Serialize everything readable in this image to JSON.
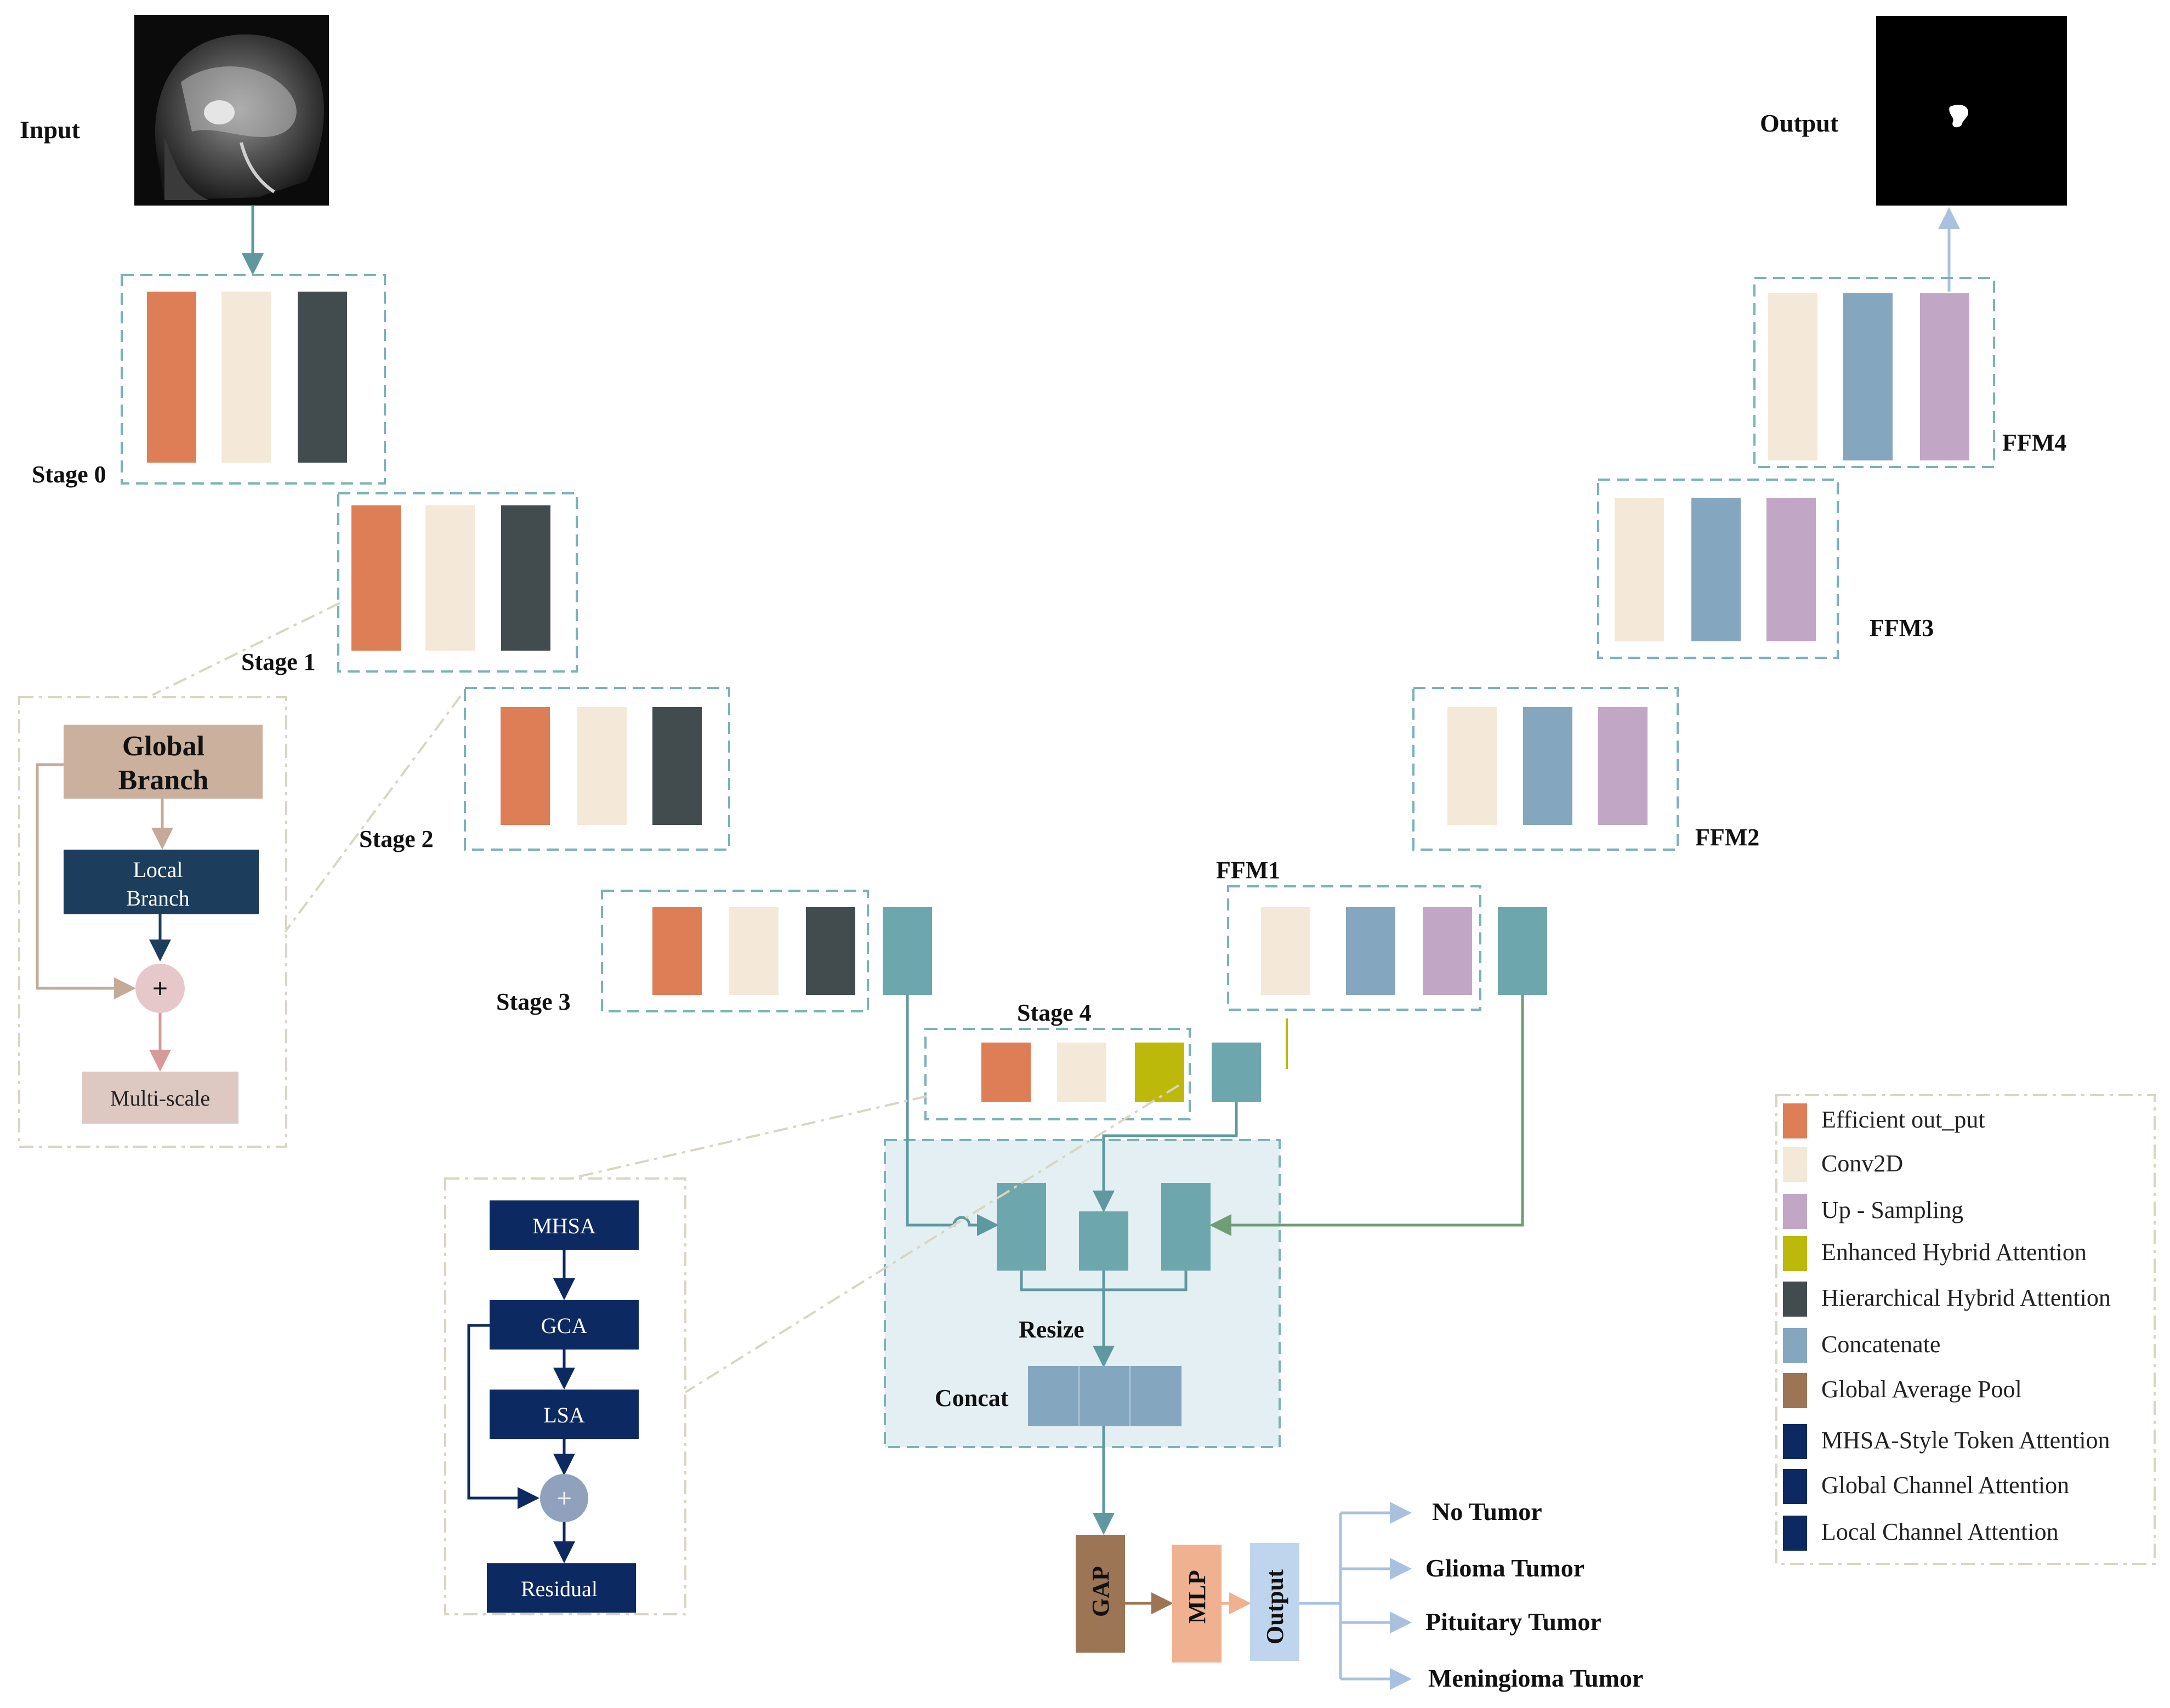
{
  "colors": {
    "efficient": "#dd7e56",
    "conv": "#f4e9d8",
    "up": "#c2a6c6",
    "enhanced": "#bcb90b",
    "hierarchical": "#424c4e",
    "concat": "#85a6bf",
    "gap": "#9c7555",
    "token": "#0c2a61",
    "teal": "#6ea6ad",
    "tealLine": "#5e999f",
    "greenLine": "#6f9d74",
    "dash": "#7ab3b5",
    "panelFill": "#e3eff2",
    "globalBranch": "#cbb19d",
    "localBranch": "#1c3d5c",
    "multiscale": "#ddc8c2",
    "plus": "#e7c8ca",
    "plus2": "#8fa1bd",
    "mlp": "#efb18f",
    "outBox": "#bfd5ed"
  },
  "icons": {
    "plus": "plus-icon",
    "arrow": "arrow-icon"
  },
  "labels": {
    "input": "Input",
    "output": "Output",
    "stage0": "Stage 0",
    "stage1": "Stage 1",
    "stage2": "Stage 2",
    "stage3": "Stage 3",
    "stage4": "Stage 4",
    "ffm1": "FFM1",
    "ffm2": "FFM2",
    "ffm3": "FFM3",
    "ffm4": "FFM4",
    "resize": "Resize",
    "concat": "Concat",
    "gap": "GAP",
    "mlp": "MLP",
    "output_box": "Output"
  },
  "left_panel": {
    "global": [
      "Global",
      "Branch"
    ],
    "local": [
      "Local",
      "Branch"
    ],
    "plus": "+",
    "multiscale": "Multi-scale"
  },
  "token_panel": {
    "mhsa": "MHSA",
    "gca": "GCA",
    "lsa": "LSA",
    "plus": "+",
    "residual": "Residual"
  },
  "classes": [
    "No Tumor",
    "Glioma Tumor",
    "Pituitary Tumor",
    "Meningioma Tumor"
  ],
  "legend": [
    {
      "label": "Efficient out_put",
      "color": "#dd7e56"
    },
    {
      "label": "Conv2D",
      "color": "#f4e9d8"
    },
    {
      "label": "Up - Sampling",
      "color": "#c2a6c6"
    },
    {
      "label": "Enhanced Hybrid Attention",
      "color": "#bcb90b"
    },
    {
      "label": "Hierarchical Hybrid Attention",
      "color": "#424c4e"
    },
    {
      "label": "Concatenate",
      "color": "#85a6bf"
    },
    {
      "label": "Global Average Pool",
      "color": "#9c7555"
    },
    {
      "label": "MHSA-Style Token Attention",
      "color": "#0c2a61"
    },
    {
      "label": "Global Channel Attention",
      "color": "#0c2a61"
    },
    {
      "label": "Local Channel Attention",
      "color": "#0c2a61"
    }
  ]
}
